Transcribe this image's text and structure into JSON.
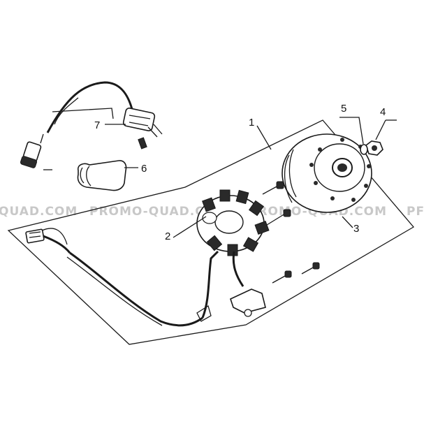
{
  "watermarks": [
    "QUAD.COM",
    "PROMO-QUAD.COM",
    "PROMO-QUAD.COM",
    "PF"
  ],
  "callouts": [
    "1",
    "2",
    "3",
    "4",
    "5",
    "6",
    "7"
  ]
}
